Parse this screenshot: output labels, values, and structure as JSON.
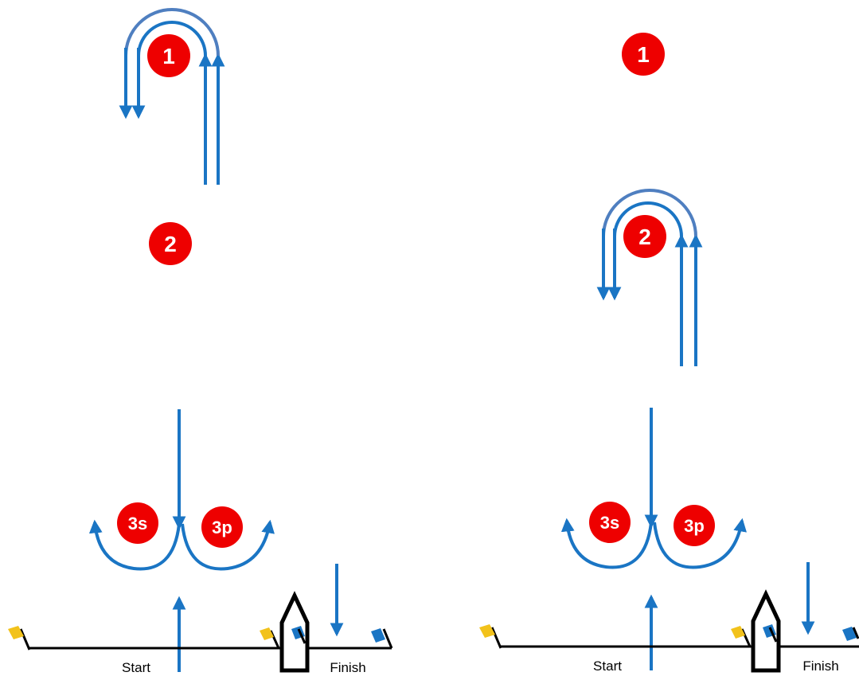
{
  "colors": {
    "mark": "#ee0000",
    "mark_text": "#ffffff",
    "arrow": "#1a75c4",
    "turn_arc": "#4f7fc0",
    "line": "#000000",
    "flag_yellow": "#f2c21b",
    "flag_blue": "#1a75c4"
  },
  "left_diagram": {
    "mark_1": "1",
    "mark_2": "2",
    "mark_3s": "3s",
    "mark_3p": "3p",
    "start_label": "Start",
    "finish_label": "Finish"
  },
  "right_diagram": {
    "mark_1": "1",
    "mark_2": "2",
    "mark_3s": "3s",
    "mark_3p": "3p",
    "start_label": "Start",
    "finish_label": "Finish"
  }
}
